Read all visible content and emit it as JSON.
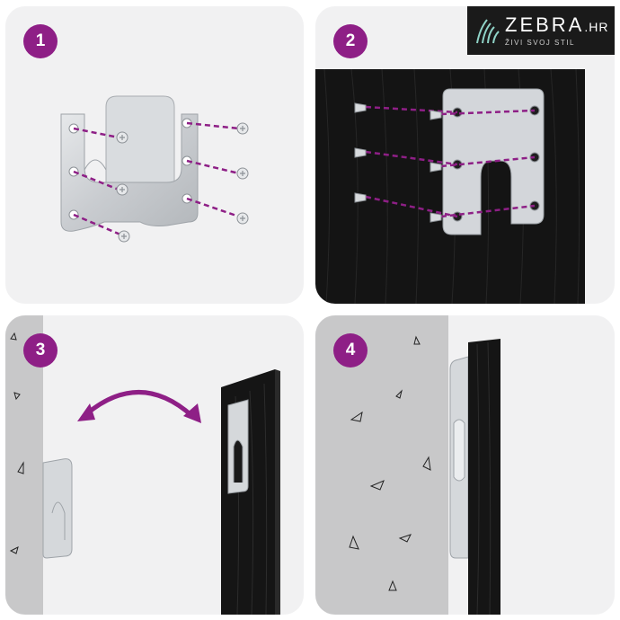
{
  "brand": {
    "name": "ZEBRA",
    "suffix": ".HR",
    "tagline": "ŽIVI SVOJ STIL"
  },
  "steps": [
    {
      "number": "1"
    },
    {
      "number": "2"
    },
    {
      "number": "3"
    },
    {
      "number": "4"
    }
  ],
  "colors": {
    "accent": "#8e1f86",
    "panel_background": "#f1f1f2",
    "wall": "#c8c8c9",
    "wood": "#141414"
  },
  "icons": [
    "bracket-icon",
    "screw-icon",
    "double-arrow-icon",
    "zebra-logo-icon"
  ]
}
